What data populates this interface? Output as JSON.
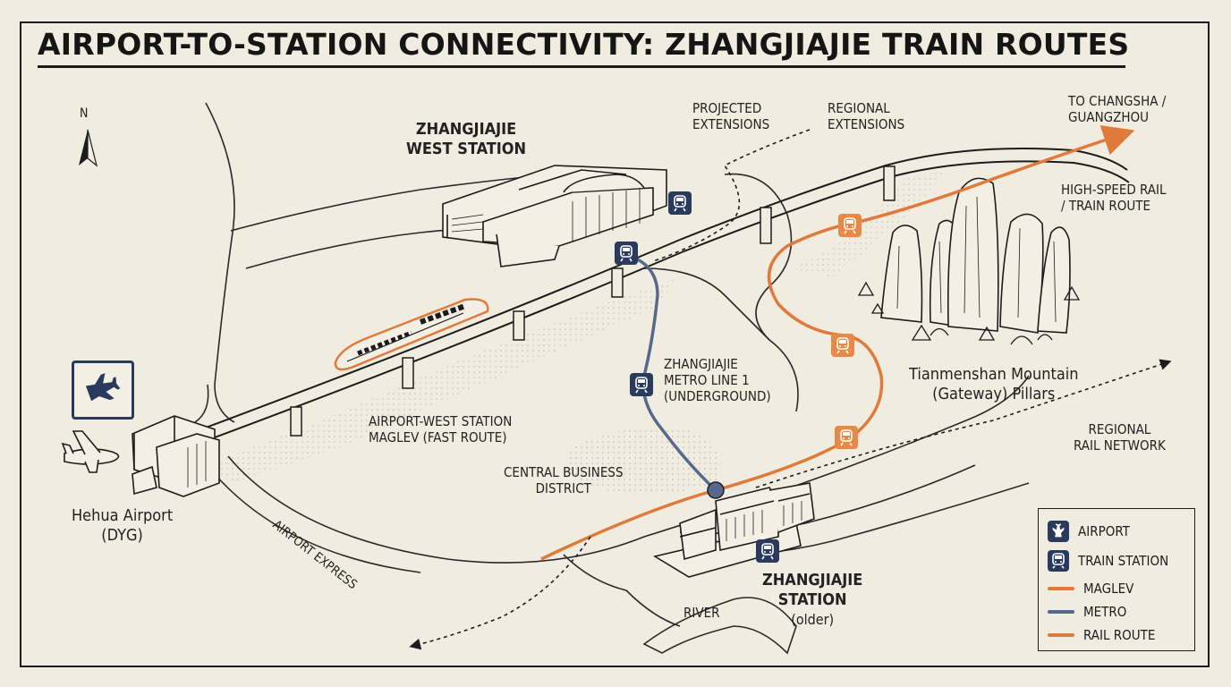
{
  "title": "AIRPORT-TO-STATION CONNECTIVITY: ZHANGJIAJIE TRAIN ROUTES",
  "compass": {
    "label": "N"
  },
  "labels": {
    "west_station": [
      "ZHANGJIAJIE",
      "WEST STATION"
    ],
    "projected": [
      "PROJECTED",
      "EXTENSIONS"
    ],
    "regional_ext": [
      "REGIONAL",
      "EXTENSIONS"
    ],
    "to_changsha": [
      "TO CHANGSHA /",
      "GUANGZHOU"
    ],
    "hsr": [
      "HIGH-SPEED RAIL",
      "/ TRAIN ROUTE"
    ],
    "metro_line": [
      "ZHANGJIAJIE",
      "METRO LINE 1",
      "(UNDERGROUND)"
    ],
    "maglev": [
      "AIRPORT-WEST STATION",
      "MAGLEV (FAST ROUTE)"
    ],
    "cbd": [
      "CENTRAL BUSINESS",
      "DISTRICT"
    ],
    "airport_express": "AIRPORT EXPRESS",
    "airport": [
      "Hehua Airport",
      "(DYG)"
    ],
    "tianmen": [
      "Tianmenshan Mountain",
      "(Gateway) Pillars"
    ],
    "regional_net": [
      "REGIONAL",
      "RAIL NETWORK"
    ],
    "station": [
      "ZHANGJIAJIE",
      "STATION"
    ],
    "station_sub": "(older)",
    "river": "RIVER"
  },
  "legend": [
    {
      "label": "AIRPORT",
      "icon": "airplane-icon",
      "color": "#2a3a5c"
    },
    {
      "label": "TRAIN STATION",
      "icon": "train-icon",
      "color": "#2a3a5c"
    },
    {
      "label": "MAGLEV",
      "swatch": "line",
      "color": "#e07a3a"
    },
    {
      "label": "METRO",
      "swatch": "line",
      "color": "#56698c"
    },
    {
      "label": "RAIL ROUTE",
      "swatch": "line",
      "color": "#e07a3a"
    }
  ],
  "colors": {
    "navy": "#2a3a5c",
    "orange": "#e07a3a",
    "metro": "#56698c",
    "paper": "#f1ece0",
    "ink": "#1c1c1c"
  }
}
